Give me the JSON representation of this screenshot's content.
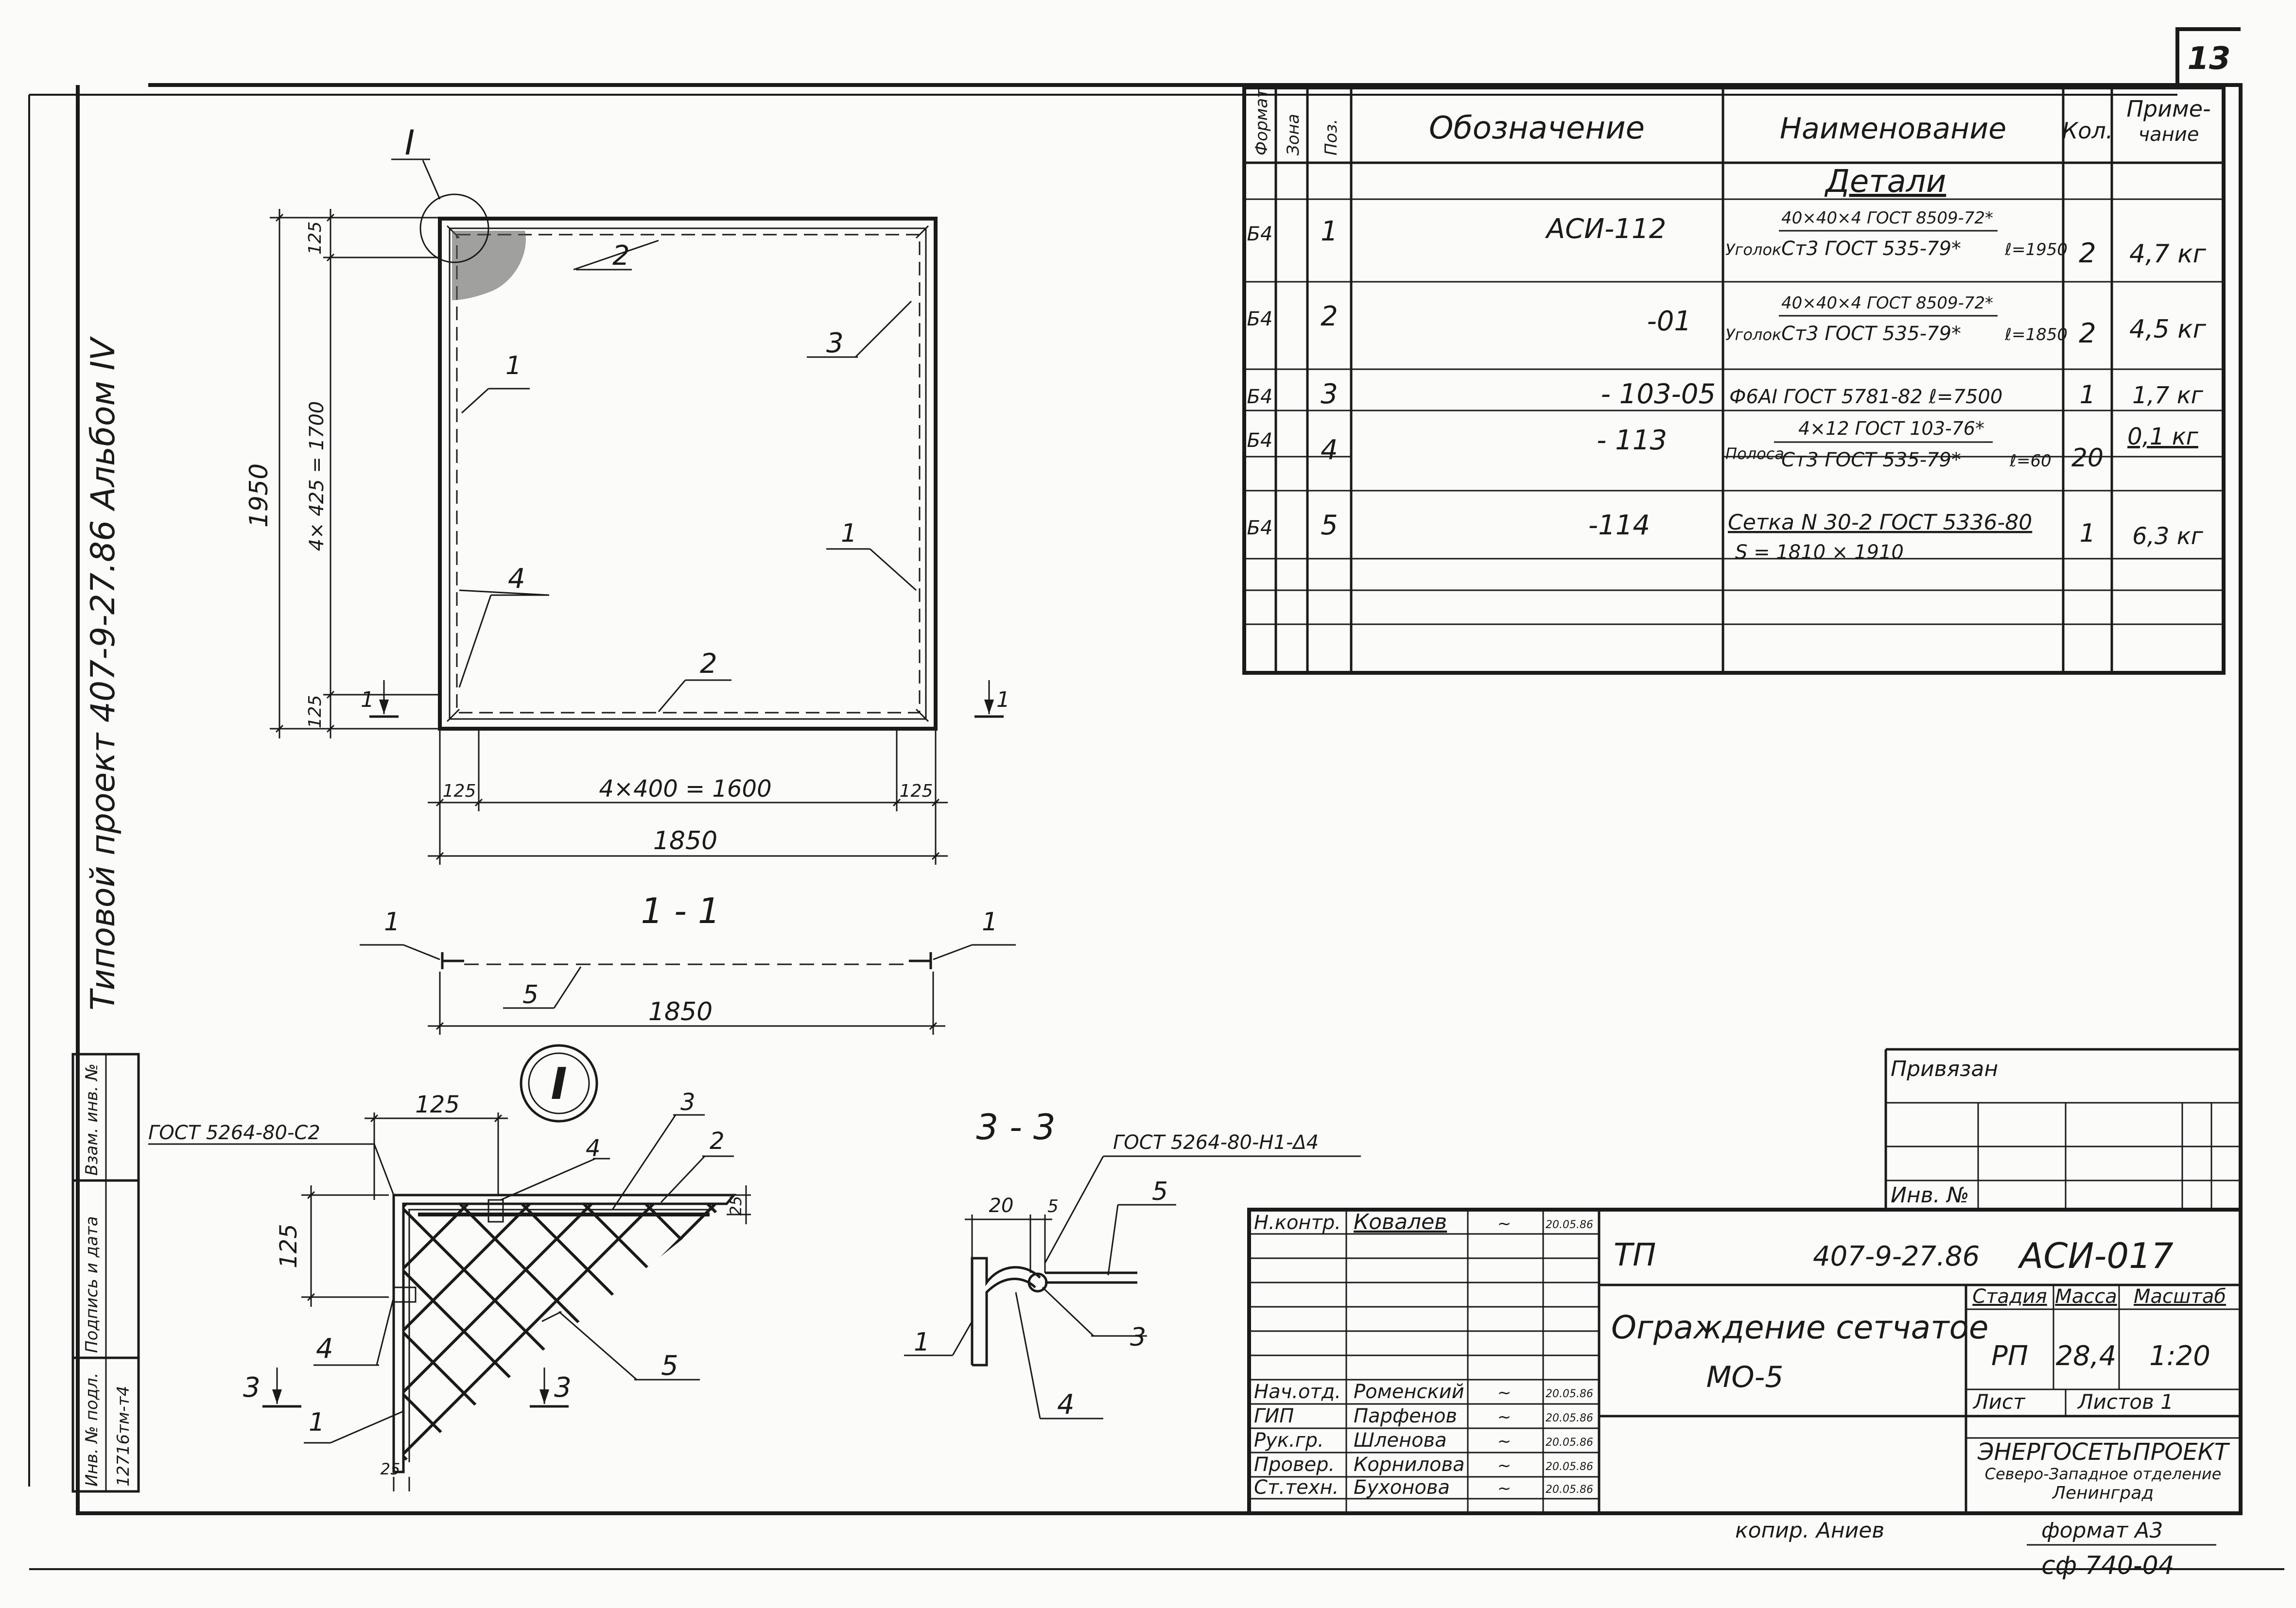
{
  "sheet_number": "13",
  "side_caption": "Типовой проект 407-9-27.86 Альбом IV",
  "table": {
    "headers": {
      "format": "Формат",
      "zone": "Зона",
      "pos": "Поз.",
      "designation": "Обозначение",
      "name": "Наименование",
      "qty": "Кол.",
      "note_line1": "Приме-",
      "note_line2": "чание"
    },
    "section": "Детали",
    "rows": [
      {
        "format": "Б4",
        "pos": "1",
        "designation": "АСИ-112",
        "name_prefix": "Уголок",
        "name_top": "40×40×4 ГОСТ 8509-72*",
        "name_bottom": "Ст3 ГОСТ 535-79*",
        "length": "ℓ=1950",
        "qty": "2",
        "note": "4,7 кг"
      },
      {
        "format": "Б4",
        "pos": "2",
        "designation": "-01",
        "name_prefix": "Уголок",
        "name_top": "40×40×4 ГОСТ 8509-72*",
        "name_bottom": "Ст3 ГОСТ 535-79*",
        "length": "ℓ=1850",
        "qty": "2",
        "note": "4,5 кг"
      },
      {
        "format": "Б4",
        "pos": "3",
        "designation": "- 103-05",
        "name_single": "Ф6АI ГОСТ 5781-82 ℓ=7500",
        "qty": "1",
        "note": "1,7 кг"
      },
      {
        "format": "Б4",
        "pos": "4",
        "designation": "- 113",
        "name_prefix": "Полоса",
        "name_top": "4×12 ГОСТ 103-76*",
        "name_bottom": "Ст3 ГОСТ 535-79*",
        "length": "ℓ=60",
        "qty": "20",
        "note": "0,1 кг"
      },
      {
        "format": "Б4",
        "pos": "5",
        "designation": "-114",
        "name_single": "Сетка N 30-2 ГОСТ 5336-80",
        "name_second": "S = 1810 × 1910",
        "qty": "1",
        "note": "6,3 кг"
      }
    ]
  },
  "plan": {
    "marker": "I",
    "height_total": "1950",
    "height_inner": "4× 425 = 1700",
    "edge_top": "125",
    "edge_bottom": "125",
    "width_inner": "4×400 = 1600",
    "edge_left": "125",
    "edge_right": "125",
    "width_total": "1850",
    "callouts": [
      "2",
      "3",
      "1",
      "1",
      "4",
      "2"
    ],
    "section_mark": "1"
  },
  "section_1_1": {
    "title": "1 - 1",
    "callout_left": "1",
    "callout_right": "1",
    "callout_mesh": "5",
    "width": "1850"
  },
  "detail_I": {
    "marker": "I",
    "weld_label": "ГОСТ 5264-80-С2",
    "dim_top": "125",
    "dim_side": "125",
    "dim_right": "25",
    "dim_bottom": "25",
    "callouts": [
      "4",
      "3",
      "2",
      "4",
      "1",
      "5"
    ],
    "section_mark": "3"
  },
  "section_3_3": {
    "title": "3 - 3",
    "weld_label": "ГОСТ 5264-80-Н1-Δ4",
    "dim_a": "20",
    "dim_b": "5",
    "callouts": [
      "5",
      "1",
      "3",
      "4"
    ]
  },
  "attached": {
    "label": "Привязан",
    "inv_label": "Инв. №"
  },
  "left_stamp": {
    "col1": "Инв. № подл.",
    "col2": "Подпись и дата",
    "col3": "Взам. инв. №",
    "inv_value": "12716тм-т4"
  },
  "title_block": {
    "signatures": [
      {
        "role": "Н.контр.",
        "name": "Ковалев",
        "date": "20.05.86"
      },
      {
        "role": "Нач.отд.",
        "name": "Роменский",
        "date": "20.05.86"
      },
      {
        "role": "ГИП",
        "name": "Парфенов",
        "date": "20.05.86"
      },
      {
        "role": "Рук.гр.",
        "name": "Шленова",
        "date": "20.05.86"
      },
      {
        "role": "Провер.",
        "name": "Корнилова",
        "date": "20.05.86"
      },
      {
        "role": "Ст.техн.",
        "name": "Бухонова",
        "date": "20.05.86"
      }
    ],
    "tp": "ТП",
    "code": "407-9-27.86",
    "doc": "АСИ-017",
    "title_line1": "Ограждение сетчатое",
    "title_line2": "МО-5",
    "stage_label": "Стадия",
    "mass_label": "Масса",
    "scale_label": "Масштаб",
    "stage": "РП",
    "mass": "28,4",
    "scale": "1:20",
    "sheet_label": "Лист",
    "sheets_label": "Листов 1",
    "org1": "ЭНЕРГОСЕТЬПРОЕКТ",
    "org2": "Северо-Западное отделение",
    "org3": "Ленинград"
  },
  "footer": {
    "copied": "копир. Аниев",
    "format": "формат А3",
    "code": "сф 740-04"
  }
}
